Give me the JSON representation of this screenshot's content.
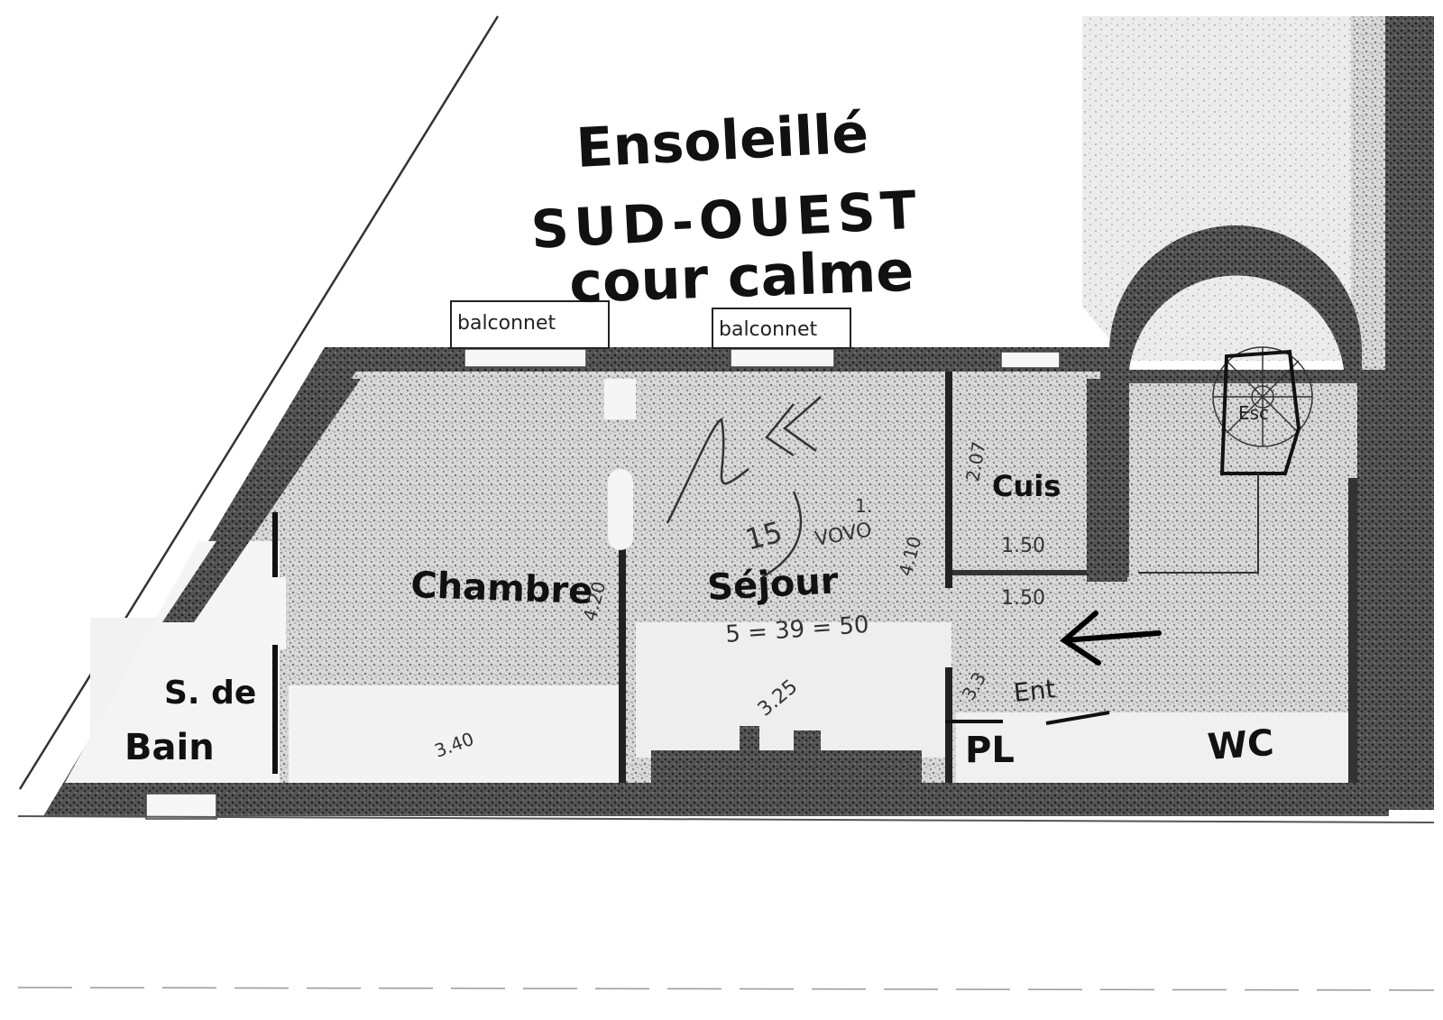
{
  "annotations": {
    "line1": "Ensoleillé",
    "line2": "SUD-OUEST",
    "line3": "cour calme"
  },
  "balconies": [
    "balconnet",
    "balconnet"
  ],
  "rooms": {
    "chambre": "Chambre",
    "sejour": "Séjour",
    "cuisine": "Cuis",
    "bain_1": "S. de",
    "bain_2": "Bain",
    "entree": "Ent",
    "placard": "PL",
    "wc": "WC",
    "stair": "Esc"
  },
  "dimensions": {
    "chambre_width": "3.40",
    "chambre_depth": "4.20",
    "sejour_width": "3.25",
    "sejour_depth": "4.10",
    "sejour_area": "5 = 39 = 50",
    "cuisine_width": "1.50",
    "cuisine_depth": "2.07",
    "entree_width": "1.50",
    "entree_mark": "3.3",
    "sejour_note_1": "1.",
    "sejour_note_2": "VOVO",
    "sejour_note_3": "15"
  },
  "colors": {
    "ink": "#111111",
    "wall": "#2a2a2a",
    "hatch": "#b8b8b8",
    "paper": "#ffffff"
  }
}
